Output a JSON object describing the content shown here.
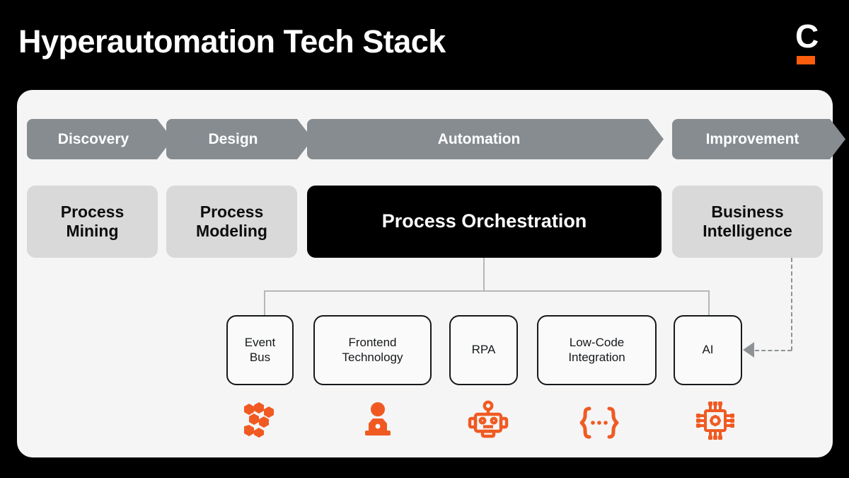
{
  "header": {
    "title": "Hyperautomation Tech Stack",
    "logo_letter": "C",
    "logo_name": "camunda-logo"
  },
  "colors": {
    "background": "#000000",
    "card": "#F5F5F5",
    "chevron": "#878C91",
    "tool_box": "#D9D9D9",
    "highlight_box": "#000000",
    "accent_orange": "#FC5D0D",
    "connector": "#B4B7BA",
    "dashed_connector": "#8E9295"
  },
  "phases": [
    {
      "label": "Discovery",
      "name": "phase-discovery"
    },
    {
      "label": "Design",
      "name": "phase-design"
    },
    {
      "label": "Automation",
      "name": "phase-automation"
    },
    {
      "label": "Improvement",
      "name": "phase-improvement"
    }
  ],
  "tools": [
    {
      "label": "Process Mining",
      "line1": "Process",
      "line2": "Mining",
      "name": "tool-process-mining",
      "highlight": false
    },
    {
      "label": "Process Modeling",
      "line1": "Process",
      "line2": "Modeling",
      "name": "tool-process-modeling",
      "highlight": false
    },
    {
      "label": "Process Orchestration",
      "line1": "Process Orchestration",
      "line2": "",
      "name": "tool-process-orchestration",
      "highlight": true
    },
    {
      "label": "Business Intelligence",
      "line1": "Business",
      "line2": "Intelligence",
      "name": "tool-business-intelligence",
      "highlight": false
    }
  ],
  "components": [
    {
      "label": "Event Bus",
      "line1": "Event",
      "line2": "Bus",
      "name": "component-event-bus",
      "icon": "hexagon-cluster-icon"
    },
    {
      "label": "Frontend Technology",
      "line1": "Frontend",
      "line2": "Technology",
      "name": "component-frontend-technology",
      "icon": "person-laptop-icon"
    },
    {
      "label": "RPA",
      "line1": "RPA",
      "line2": "",
      "name": "component-rpa",
      "icon": "robot-icon"
    },
    {
      "label": "Low-Code Integration",
      "line1": "Low-Code",
      "line2": "Integration",
      "name": "component-low-code-integration",
      "icon": "curly-braces-icon"
    },
    {
      "label": "AI",
      "line1": "AI",
      "line2": "",
      "name": "component-ai",
      "icon": "microchip-icon"
    }
  ]
}
